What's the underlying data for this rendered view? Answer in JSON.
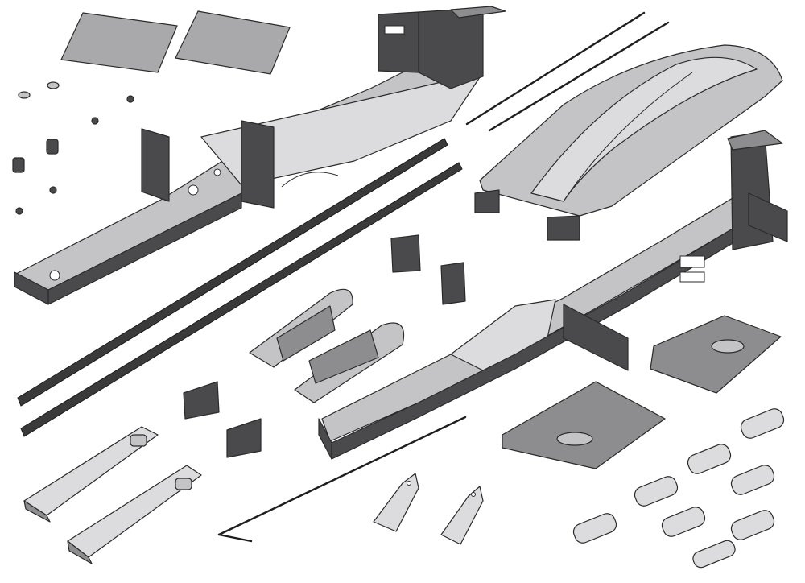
{
  "diagram": {
    "parts": [
      {
        "id": "canopy-panel-left",
        "kind": "sheet"
      },
      {
        "id": "canopy-panel-right",
        "kind": "sheet"
      },
      {
        "id": "upper-fuselage-half",
        "kind": "shell"
      },
      {
        "id": "lower-fuselage-half",
        "kind": "shell"
      },
      {
        "id": "canopy-cover",
        "kind": "shell"
      },
      {
        "id": "spar-rod-1",
        "kind": "rod"
      },
      {
        "id": "spar-rod-2",
        "kind": "rod"
      },
      {
        "id": "pushrod-wire-1",
        "kind": "wire"
      },
      {
        "id": "pushrod-wire-2",
        "kind": "wire"
      },
      {
        "id": "pushrod-wire-long",
        "kind": "wire"
      },
      {
        "id": "nacelle-left",
        "kind": "shell"
      },
      {
        "id": "nacelle-right",
        "kind": "shell"
      },
      {
        "id": "wing-fairing-left",
        "kind": "plate"
      },
      {
        "id": "wing-fairing-right",
        "kind": "plate"
      },
      {
        "id": "landing-skid-1",
        "kind": "skid"
      },
      {
        "id": "landing-skid-2",
        "kind": "skid"
      },
      {
        "id": "control-horn-1",
        "kind": "horn"
      },
      {
        "id": "control-horn-2",
        "kind": "horn"
      },
      {
        "id": "hinge-set",
        "kind": "hinge",
        "count": 8
      },
      {
        "id": "small-clip-set",
        "kind": "clip",
        "count": 4
      },
      {
        "id": "hardware-set",
        "kind": "hardware",
        "count": 9
      }
    ],
    "colors": {
      "dark": "#4a4a4c",
      "mid": "#8d8d8f",
      "light": "#c4c4c6",
      "pale": "#dcdcde",
      "background": "#ffffff"
    }
  }
}
